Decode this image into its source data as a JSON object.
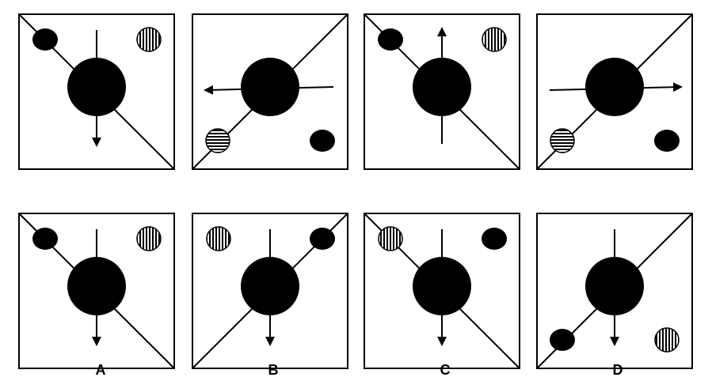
{
  "colors": {
    "ink": "#000000",
    "paper": "#ffffff"
  },
  "question": {
    "panels": [
      {
        "diagonal": "tl-br",
        "arrow": "down",
        "black_small_dot": "top-left",
        "striped_dot": "top-right",
        "stripe": "vertical"
      },
      {
        "diagonal": "bl-tr",
        "arrow": "left",
        "black_small_dot": "bottom-right",
        "striped_dot": "bottom-left",
        "stripe": "horizontal"
      },
      {
        "diagonal": "tl-br",
        "arrow": "up",
        "black_small_dot": "top-left",
        "striped_dot": "top-right",
        "stripe": "vertical"
      },
      {
        "diagonal": "bl-tr",
        "arrow": "right",
        "black_small_dot": "bottom-right",
        "striped_dot": "bottom-left",
        "stripe": "horizontal"
      }
    ]
  },
  "options": [
    {
      "label": "A",
      "diagonal": "tl-br",
      "arrow": "down",
      "black_small_dot": "top-left",
      "striped_dot": "top-right",
      "stripe": "vertical"
    },
    {
      "label": "B",
      "diagonal": "bl-tr",
      "arrow": "down",
      "black_small_dot": "top-right",
      "striped_dot": "top-left",
      "stripe": "vertical"
    },
    {
      "label": "C",
      "diagonal": "tl-br",
      "arrow": "down",
      "black_small_dot": "top-right",
      "striped_dot": "top-left",
      "stripe": "vertical"
    },
    {
      "label": "D",
      "diagonal": "bl-tr",
      "arrow": "down",
      "black_small_dot": "bottom-left",
      "striped_dot": "bottom-right",
      "stripe": "vertical"
    }
  ]
}
